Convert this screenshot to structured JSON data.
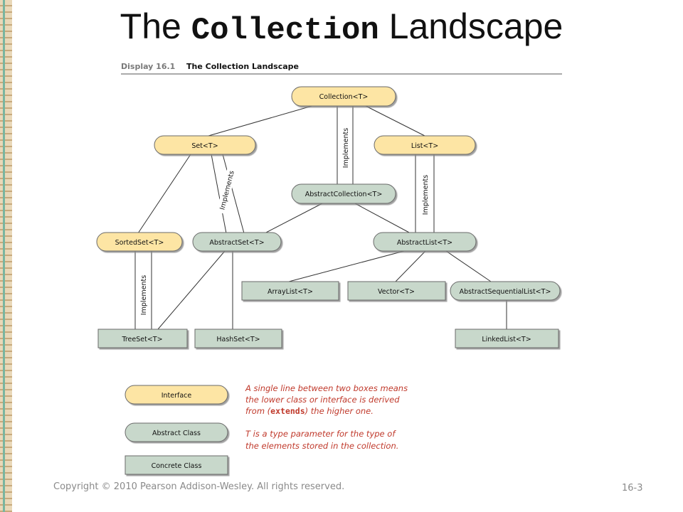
{
  "slide": {
    "title_pre": "The ",
    "title_code": "Collection",
    "title_post": " Landscape",
    "footer": "Copyright © 2010 Pearson Addison-Wesley. All rights reserved.",
    "page": "16-3"
  },
  "display": {
    "number": "Display 16.1",
    "title": "The Collection Landscape"
  },
  "nodes": {
    "collection": "Collection<T>",
    "set": "Set<T>",
    "list": "List<T>",
    "abstract_collection": "AbstractCollection<T>",
    "sorted_set": "SortedSet<T>",
    "abstract_set": "AbstractSet<T>",
    "abstract_list": "AbstractList<T>",
    "array_list": "ArrayList<T>",
    "vector": "Vector<T>",
    "abstract_sequential_list": "AbstractSequentialList<T>",
    "tree_set": "TreeSet<T>",
    "hash_set": "HashSet<T>",
    "linked_list": "LinkedList<T>"
  },
  "implements_label": "Implements",
  "legend": {
    "interface": "Interface",
    "abstract_class": "Abstract Class",
    "concrete_class": "Concrete Class",
    "note1_l1": "A single line between two boxes means",
    "note1_l2": "the lower class or interface is derived",
    "note1_l3a": "from (",
    "note1_l3b": "extends",
    "note1_l3c": ") the higher one.",
    "note2_l1": "T is a type parameter for the type of",
    "note2_l2": "the elements stored in the collection."
  },
  "colors": {
    "interface_fill": "#fde5a4",
    "abstract_fill": "#c8d8cb",
    "concrete_fill": "#c8d8cb",
    "note_text": "#c0392b"
  }
}
